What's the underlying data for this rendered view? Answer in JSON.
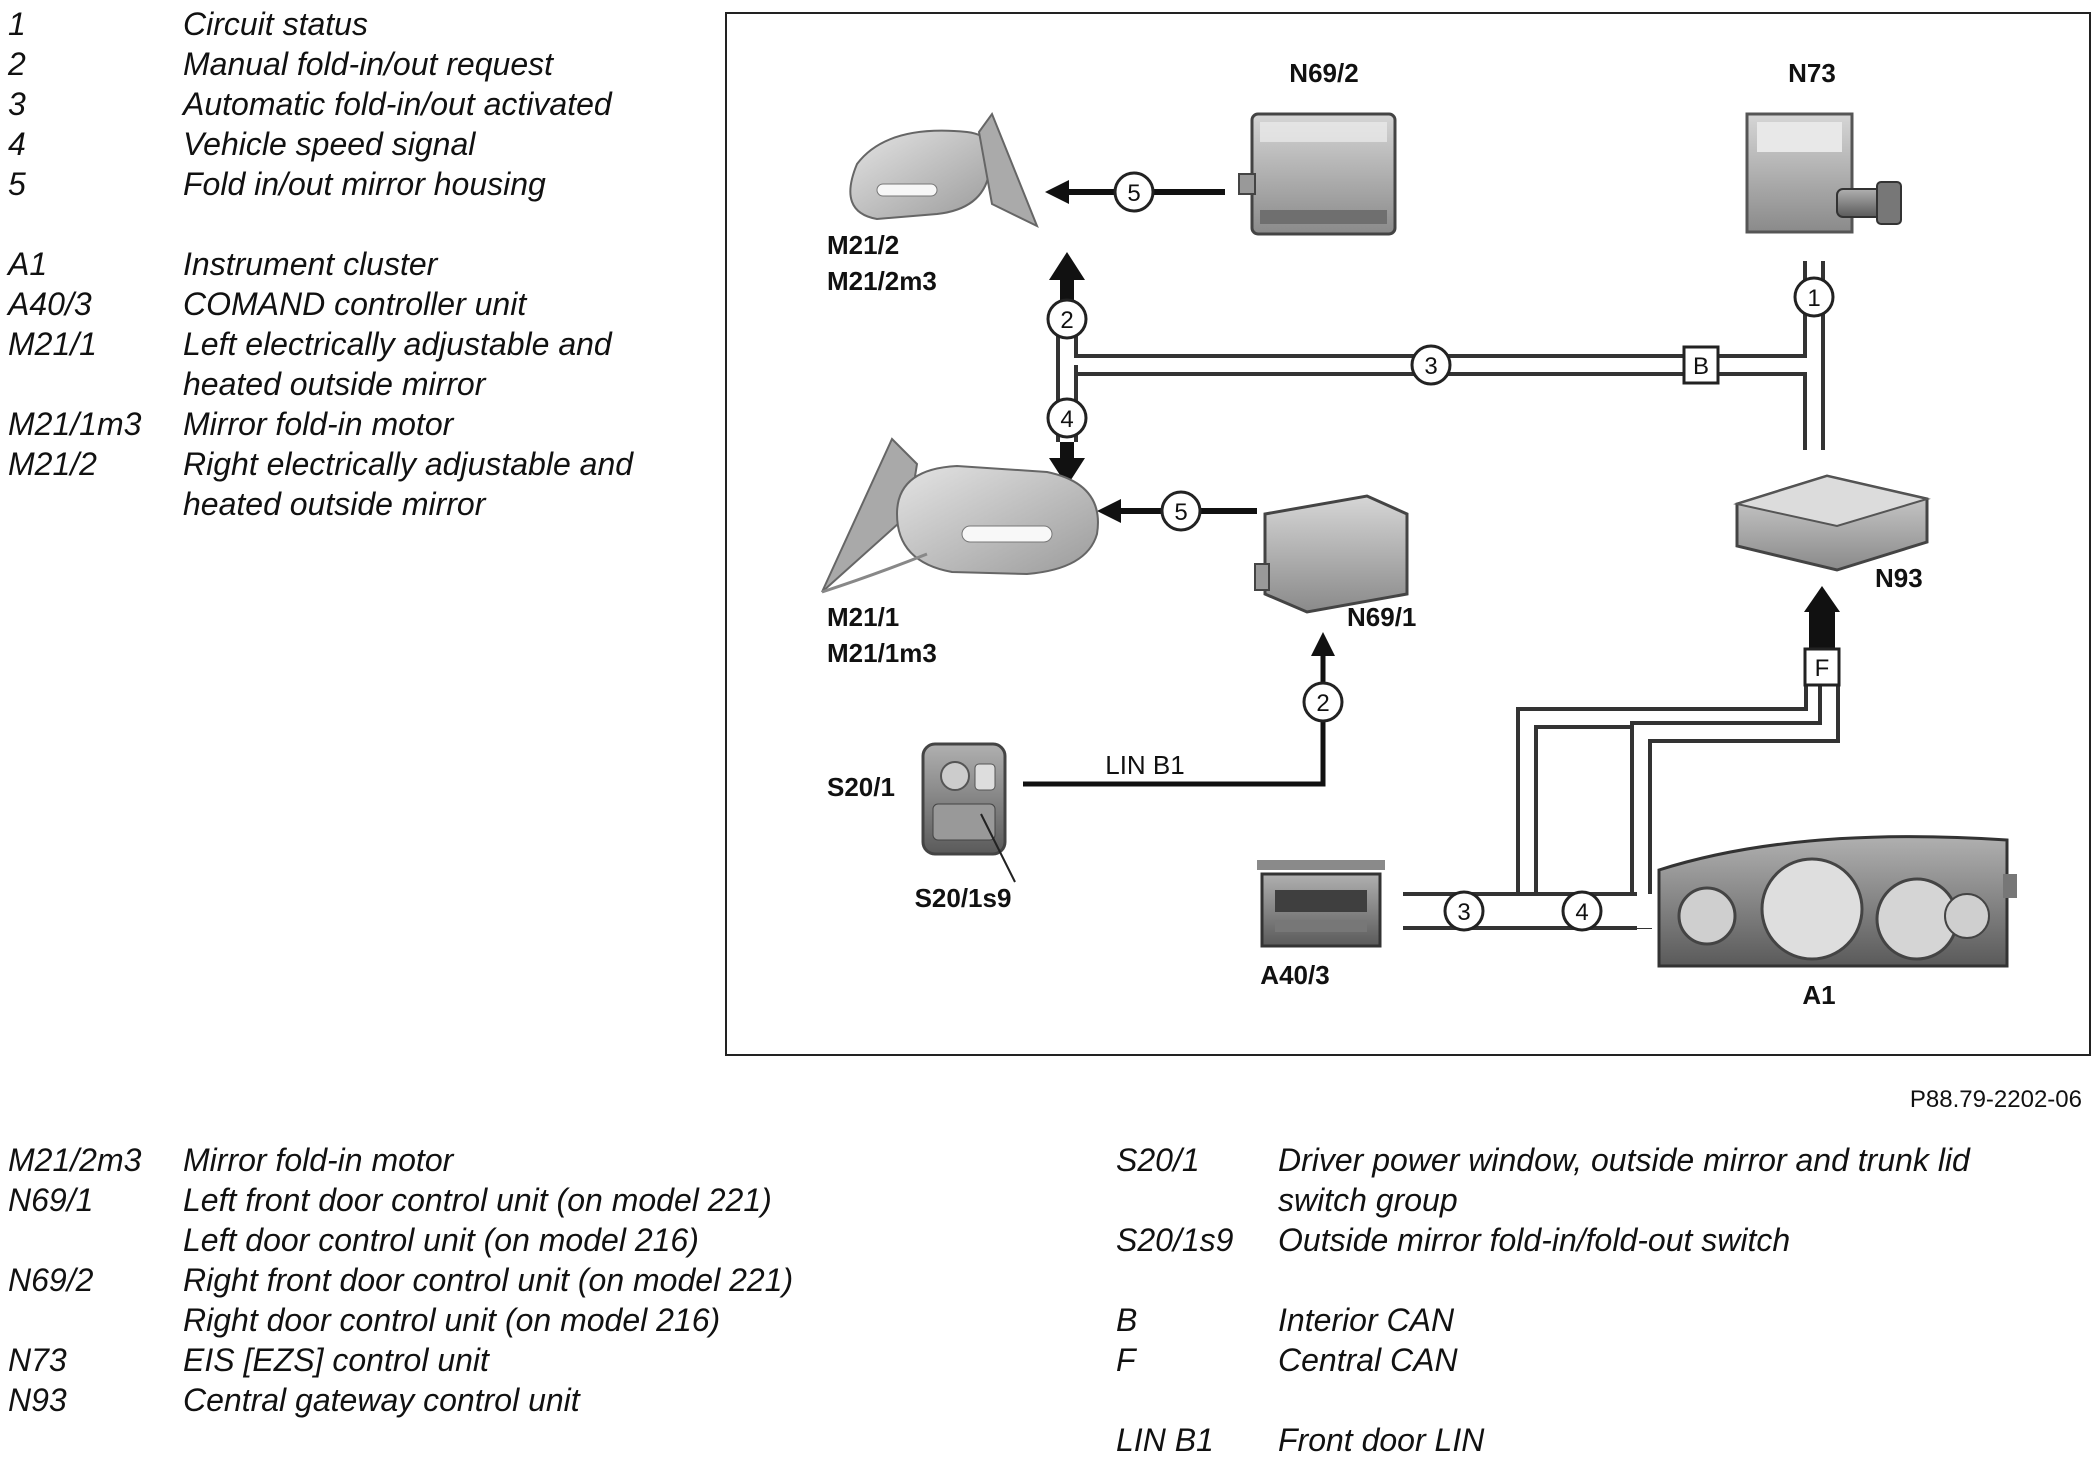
{
  "legend_top": [
    {
      "code": "1",
      "desc": [
        "Circuit status"
      ]
    },
    {
      "code": "2",
      "desc": [
        "Manual fold-in/out request"
      ]
    },
    {
      "code": "3",
      "desc": [
        "Automatic fold-in/out activated"
      ]
    },
    {
      "code": "4",
      "desc": [
        "Vehicle speed signal"
      ]
    },
    {
      "code": "5",
      "desc": [
        "Fold in/out mirror housing"
      ]
    },
    {
      "gap": true
    },
    {
      "code": "A1",
      "desc": [
        "Instrument cluster"
      ]
    },
    {
      "code": "A40/3",
      "desc": [
        "COMAND controller unit"
      ]
    },
    {
      "code": "M21/1",
      "desc": [
        "Left electrically adjustable and",
        "heated outside mirror"
      ]
    },
    {
      "code": "M21/1m3",
      "desc": [
        "Mirror fold-in motor"
      ]
    },
    {
      "code": "M21/2",
      "desc": [
        "Right electrically adjustable and",
        "heated outside mirror"
      ]
    }
  ],
  "legend_bottom_left": [
    {
      "code": "M21/2m3",
      "desc": [
        "Mirror fold-in motor"
      ]
    },
    {
      "code": "N69/1",
      "desc": [
        "Left front door control unit (on model 221)",
        "Left door control unit (on model 216)"
      ]
    },
    {
      "code": "N69/2",
      "desc": [
        "Right front door control unit (on model 221)",
        "Right door control unit (on model 216)"
      ]
    },
    {
      "code": "N73",
      "desc": [
        "EIS [EZS] control unit"
      ]
    },
    {
      "code": "N93",
      "desc": [
        "Central gateway control unit"
      ]
    }
  ],
  "legend_bottom_right": [
    {
      "code": "S20/1",
      "desc": [
        "Driver power window, outside mirror and trunk lid",
        "switch group"
      ]
    },
    {
      "code": "S20/1s9",
      "desc": [
        "Outside mirror fold-in/fold-out switch"
      ]
    },
    {
      "gap": true
    },
    {
      "code": "B",
      "desc": [
        "Interior CAN"
      ]
    },
    {
      "code": "F",
      "desc": [
        "Central CAN"
      ]
    },
    {
      "gap": true
    },
    {
      "code": "LIN B1",
      "desc": [
        "Front door LIN"
      ]
    }
  ],
  "figure_ref": "P88.79-2202-06",
  "diagram": {
    "components": {
      "n69_2": "N69/2",
      "n73": "N73",
      "m21_2": "M21/2",
      "m21_2m3": "M21/2m3",
      "m21_1": "M21/1",
      "m21_1m3": "M21/1m3",
      "n69_1": "N69/1",
      "n93": "N93",
      "s20_1": "S20/1",
      "s20_1s9": "S20/1s9",
      "a40_3": "A40/3",
      "a1": "A1"
    },
    "signals": {
      "one": "1",
      "two": "2",
      "three": "3",
      "four": "4",
      "five": "5"
    },
    "buses": {
      "interior_can": "B",
      "central_can": "F",
      "lin": "LIN B1"
    }
  }
}
